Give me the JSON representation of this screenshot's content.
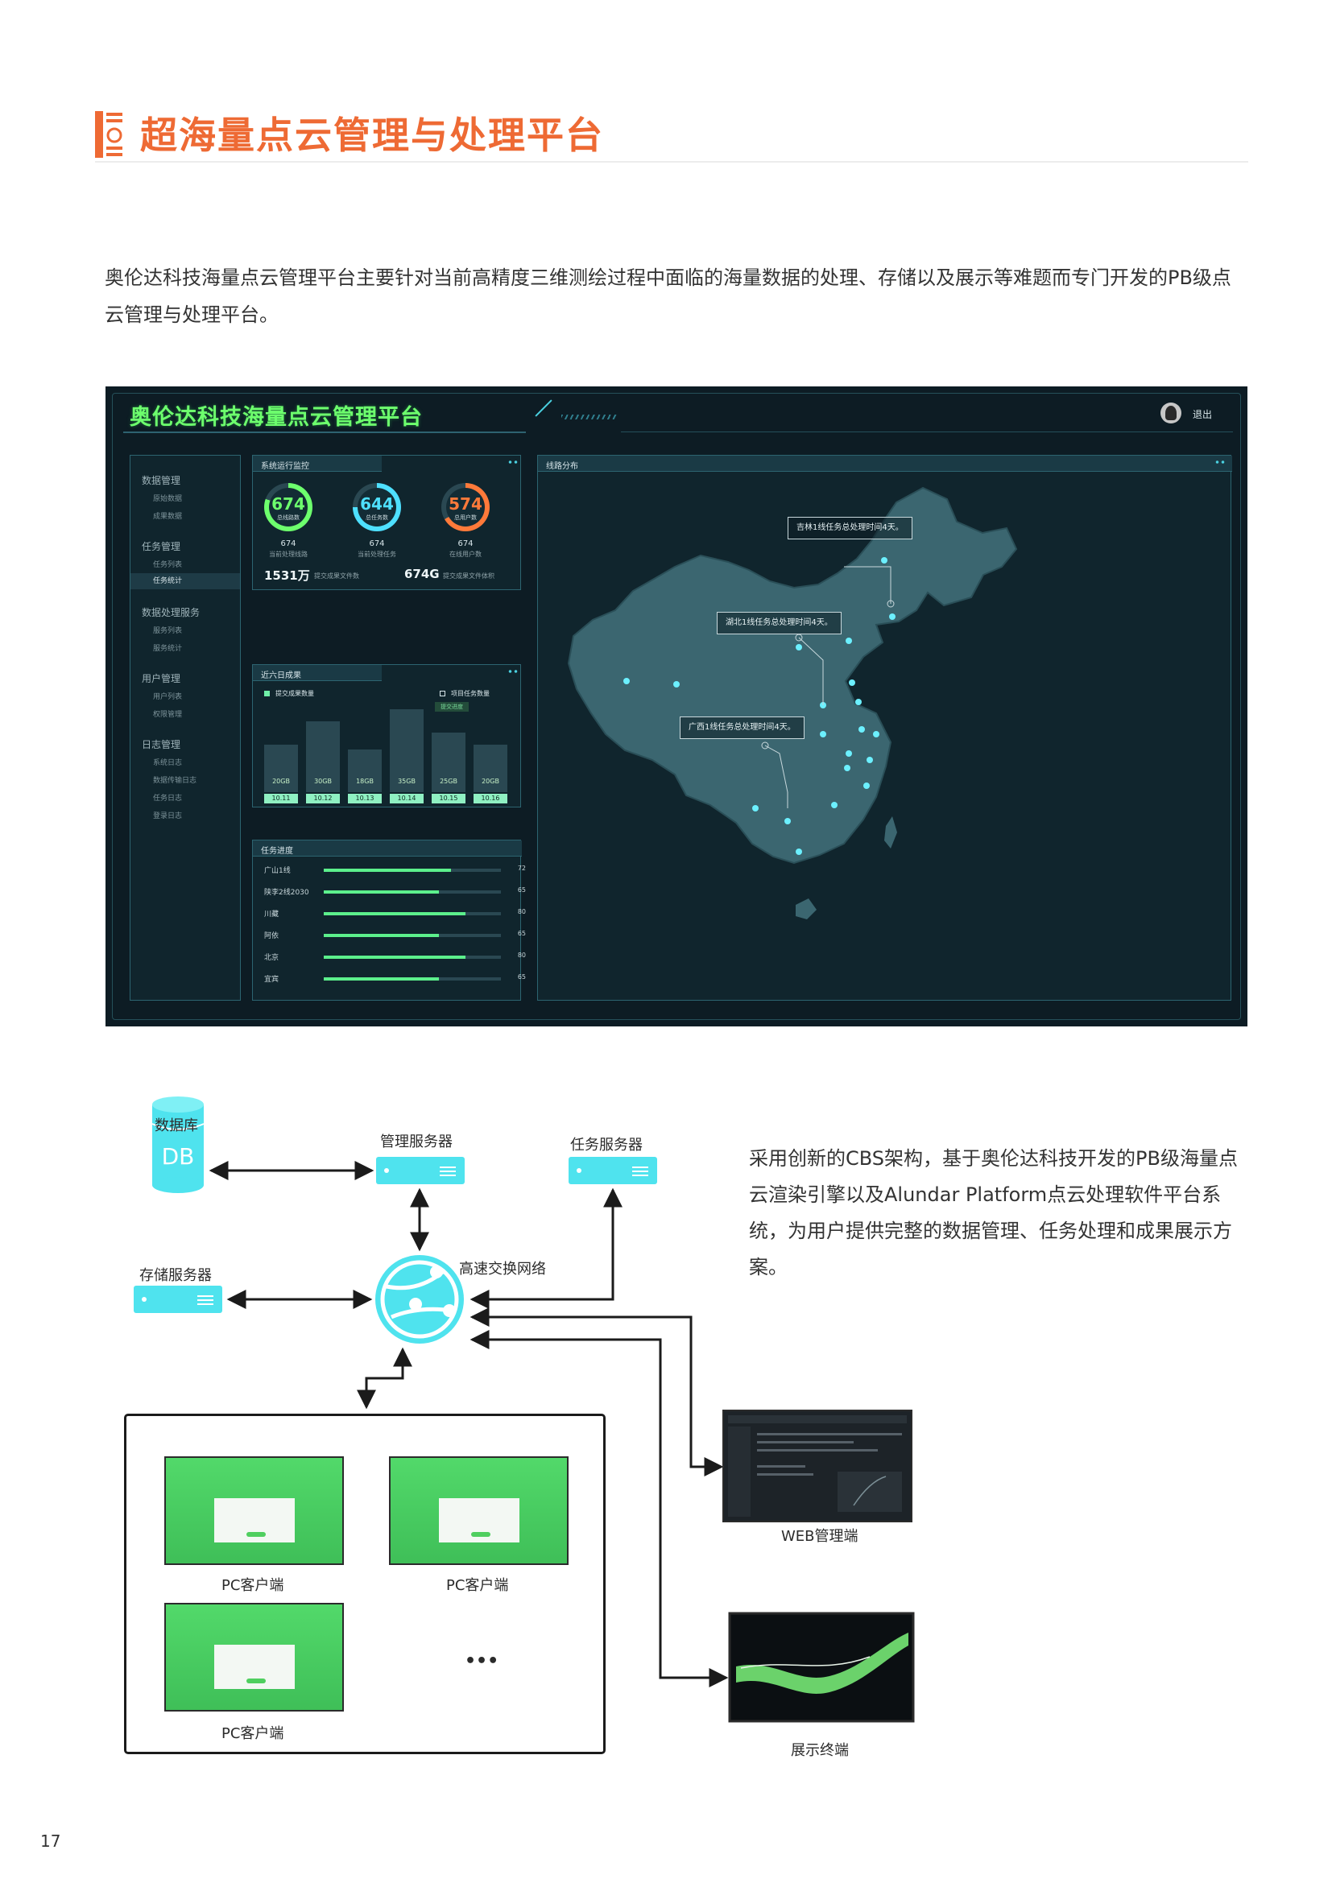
{
  "header": {
    "title": "超海量点云管理与处理平台"
  },
  "intro": "奥伦达科技海量点云管理平台主要针对当前高精度三维测绘过程中面临的海量数据的处理、存储以及展示等难题而专门开发的PB级点云管理与处理平台。",
  "dashboard": {
    "title": "奥伦达科技海量点云管理平台",
    "logout": "退出",
    "sidebar": [
      {
        "group": "数据管理",
        "items": [
          "原始数据",
          "成果数据"
        ]
      },
      {
        "group": "任务管理",
        "items": [
          "任务列表",
          "任务统计"
        ]
      },
      {
        "group": "数据处理服务",
        "items": [
          "服务列表",
          "服务统计"
        ]
      },
      {
        "group": "用户管理",
        "items": [
          "用户列表",
          "权限管理"
        ]
      },
      {
        "group": "日志管理",
        "items": [
          "系统日志",
          "数据传输日志",
          "任务日志",
          "登录日志"
        ]
      }
    ],
    "monitor": {
      "tab": "系统运行监控",
      "rings": [
        {
          "value": "674",
          "label": "总线路数",
          "color": "#6dff6d"
        },
        {
          "value": "644",
          "label": "总任务数",
          "color": "#4ee0ff"
        },
        {
          "value": "574",
          "label": "总用户数",
          "color": "#ff7a3a"
        }
      ],
      "stats": [
        {
          "value": "674",
          "label": "当前处理线路"
        },
        {
          "value": "674",
          "label": "当前处理任务"
        },
        {
          "value": "674",
          "label": "在线用户数"
        }
      ],
      "totals": [
        {
          "value": "1531万",
          "label": "提交成果文件数"
        },
        {
          "value": "674G",
          "label": "提交成果文件体积"
        }
      ]
    },
    "recent": {
      "tab": "近六日成果",
      "legend1": "提交成果数量",
      "legend2": "项目任务数量",
      "tag": "提交进度"
    },
    "progress": {
      "tab": "任务进度",
      "items": [
        {
          "name": "广山1线",
          "value": 72
        },
        {
          "name": "陕李2线2030",
          "value": 65
        },
        {
          "name": "川藏",
          "value": 80
        },
        {
          "name": "阿依",
          "value": 65
        },
        {
          "name": "北京",
          "value": 80
        },
        {
          "name": "宜宾",
          "value": 65
        }
      ]
    },
    "map": {
      "tab": "线路分布",
      "callouts": [
        "吉林1线任务总处理时间4天。",
        "湖北1线任务总处理时间4天。",
        "广西1线任务总处理时间4天。"
      ]
    }
  },
  "chart_data": {
    "type": "bar",
    "title": "近六日成果",
    "categories": [
      "10.11",
      "10.12",
      "10.13",
      "10.14",
      "10.15",
      "10.16"
    ],
    "series": [
      {
        "name": "提交成果数量",
        "values": [
          20,
          30,
          18,
          35,
          25,
          20
        ],
        "labels": [
          "20GB",
          "30GB",
          "18GB",
          "35GB",
          "25GB",
          "20GB"
        ]
      }
    ],
    "ylabel": "GB",
    "ylim": [
      0,
      40
    ]
  },
  "diagram": {
    "database": "数据库",
    "db_glyph": "DB",
    "mgmt_server": "管理服务器",
    "task_server": "任务服务器",
    "storage_server": "存储服务器",
    "network": "高速交换网络",
    "pc_client": "PC客户端",
    "ellipsis": "•••",
    "web_admin": "WEB管理端",
    "display": "展示终端"
  },
  "cbs_text": "采用创新的CBS架构，基于奥伦达科技开发的PB级海量点云渲染引擎以及Alundar Platform点云处理软件平台系统，为用户提供完整的数据管理、任务处理和成果展示方案。",
  "page_number": "17",
  "colors": {
    "accent": "#ee6a34",
    "device": "#4fe3ee",
    "dash_bg": "#0d1c24",
    "map_fill": "#3b6670",
    "thumb_green": "#4fcf5f"
  }
}
